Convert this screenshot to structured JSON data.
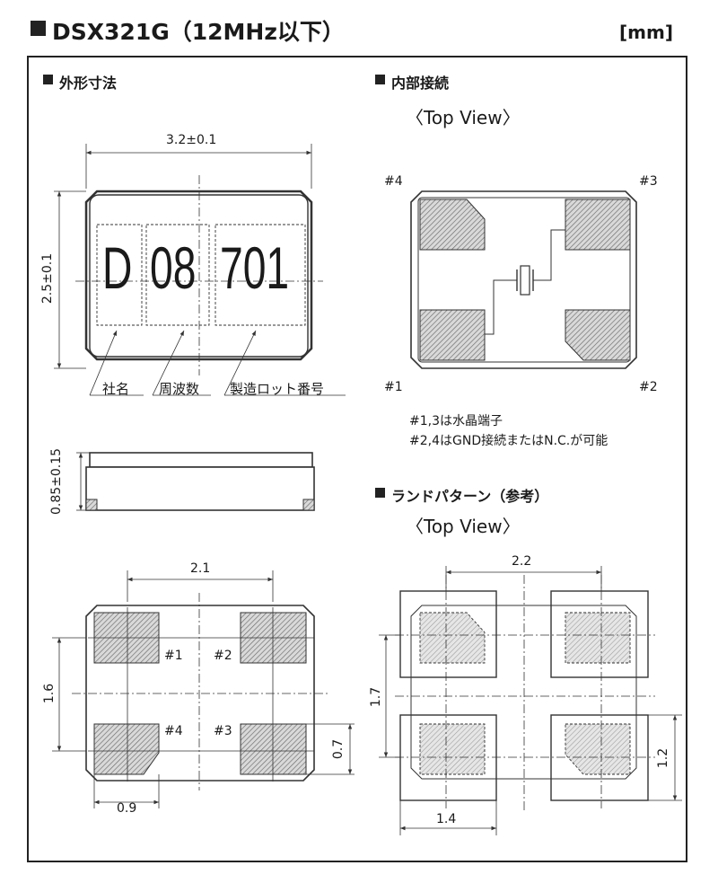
{
  "header": {
    "title": "DSX321G（12MHz以下）",
    "unit": "[mm]"
  },
  "sections": {
    "dimensions": "外形寸法",
    "connection": "内部接続",
    "land": "ランドパターン（参考）"
  },
  "views": {
    "top_view_1": "〈Top View〉",
    "top_view_2": "〈Top View〉"
  },
  "dim_view": {
    "width": "3.2±0.1",
    "height": "2.5±0.1",
    "marking": {
      "maker": "D",
      "freq": "08",
      "lot": "701"
    },
    "labels": {
      "maker": "社名",
      "freq": "周波数",
      "lot": "製造ロット番号"
    }
  },
  "side_view": {
    "thickness": "0.85±0.15"
  },
  "bottom_view": {
    "pitch_x": "2.1",
    "pitch_y": "1.6",
    "pad_h": "0.7",
    "pad_w": "0.9",
    "pins": [
      "#1",
      "#2",
      "#4",
      "#3"
    ]
  },
  "connection_view": {
    "pins": {
      "p4": "#4",
      "p3": "#3",
      "p1": "#1",
      "p2": "#2"
    },
    "notes": [
      "#1,3は水晶端子",
      "#2,4はGND接続またはN.C.が可能"
    ]
  },
  "land_view": {
    "pitch_x": "2.2",
    "pitch_y": "1.7",
    "land_h": "1.2",
    "land_w": "1.4"
  }
}
